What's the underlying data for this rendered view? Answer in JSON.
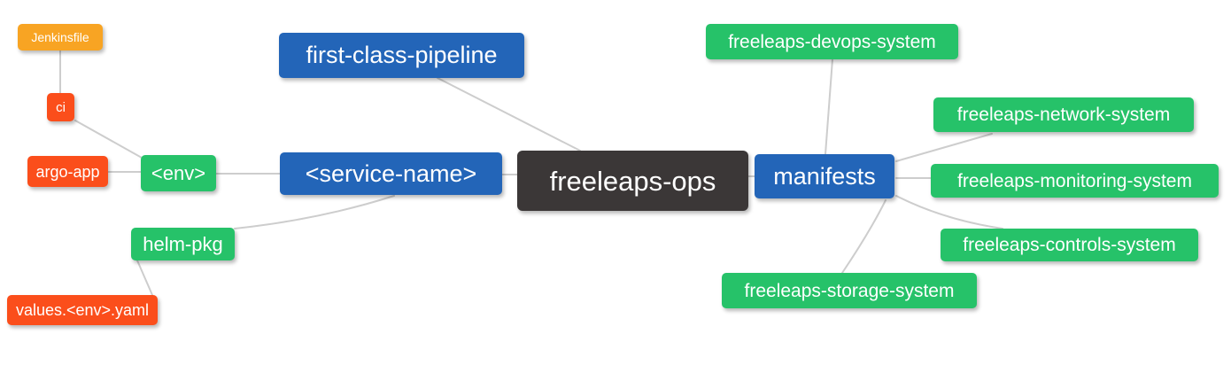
{
  "diagram": {
    "type": "mindmap",
    "background": "#ffffff",
    "palette": {
      "branch-blue": "#2365b8",
      "leaf-green": "#26c269",
      "leaf-orange": "#f8a423",
      "leaf-red": "#fb4e1b",
      "root-dark": "#3b3737",
      "edge-gray": "#cdcdcd",
      "node-text": "#ffffff"
    },
    "nodes": [
      {
        "id": "freeleaps-ops",
        "label": "freeleaps-ops",
        "color": "root-dark"
      },
      {
        "id": "first-class-pipeline",
        "label": "first-class-pipeline",
        "color": "branch-blue"
      },
      {
        "id": "service-name",
        "label": "<service-name>",
        "color": "branch-blue"
      },
      {
        "id": "manifests",
        "label": "manifests",
        "color": "branch-blue"
      },
      {
        "id": "env",
        "label": "<env>",
        "color": "leaf-green"
      },
      {
        "id": "helm-pkg",
        "label": "helm-pkg",
        "color": "leaf-green"
      },
      {
        "id": "ci",
        "label": "ci",
        "color": "leaf-red"
      },
      {
        "id": "argo-app",
        "label": "argo-app",
        "color": "leaf-red"
      },
      {
        "id": "jenkinsfile",
        "label": "Jenkinsfile",
        "color": "leaf-orange"
      },
      {
        "id": "values-env-yaml",
        "label": "values.<env>.yaml",
        "color": "leaf-red"
      },
      {
        "id": "devops-system",
        "label": "freeleaps-devops-system",
        "color": "leaf-green"
      },
      {
        "id": "network-system",
        "label": "freeleaps-network-system",
        "color": "leaf-green"
      },
      {
        "id": "monitoring-system",
        "label": "freeleaps-monitoring-system",
        "color": "leaf-green"
      },
      {
        "id": "controls-system",
        "label": "freeleaps-controls-system",
        "color": "leaf-green"
      },
      {
        "id": "storage-system",
        "label": "freeleaps-storage-system",
        "color": "leaf-green"
      }
    ],
    "edges": [
      [
        "jenkinsfile",
        "ci"
      ],
      [
        "ci",
        "env"
      ],
      [
        "argo-app",
        "env"
      ],
      [
        "env",
        "service-name"
      ],
      [
        "helm-pkg",
        "service-name"
      ],
      [
        "values-env-yaml",
        "helm-pkg"
      ],
      [
        "first-class-pipeline",
        "freeleaps-ops"
      ],
      [
        "service-name",
        "freeleaps-ops"
      ],
      [
        "freeleaps-ops",
        "manifests"
      ],
      [
        "manifests",
        "devops-system"
      ],
      [
        "manifests",
        "network-system"
      ],
      [
        "manifests",
        "monitoring-system"
      ],
      [
        "manifests",
        "controls-system"
      ],
      [
        "manifests",
        "storage-system"
      ]
    ]
  }
}
